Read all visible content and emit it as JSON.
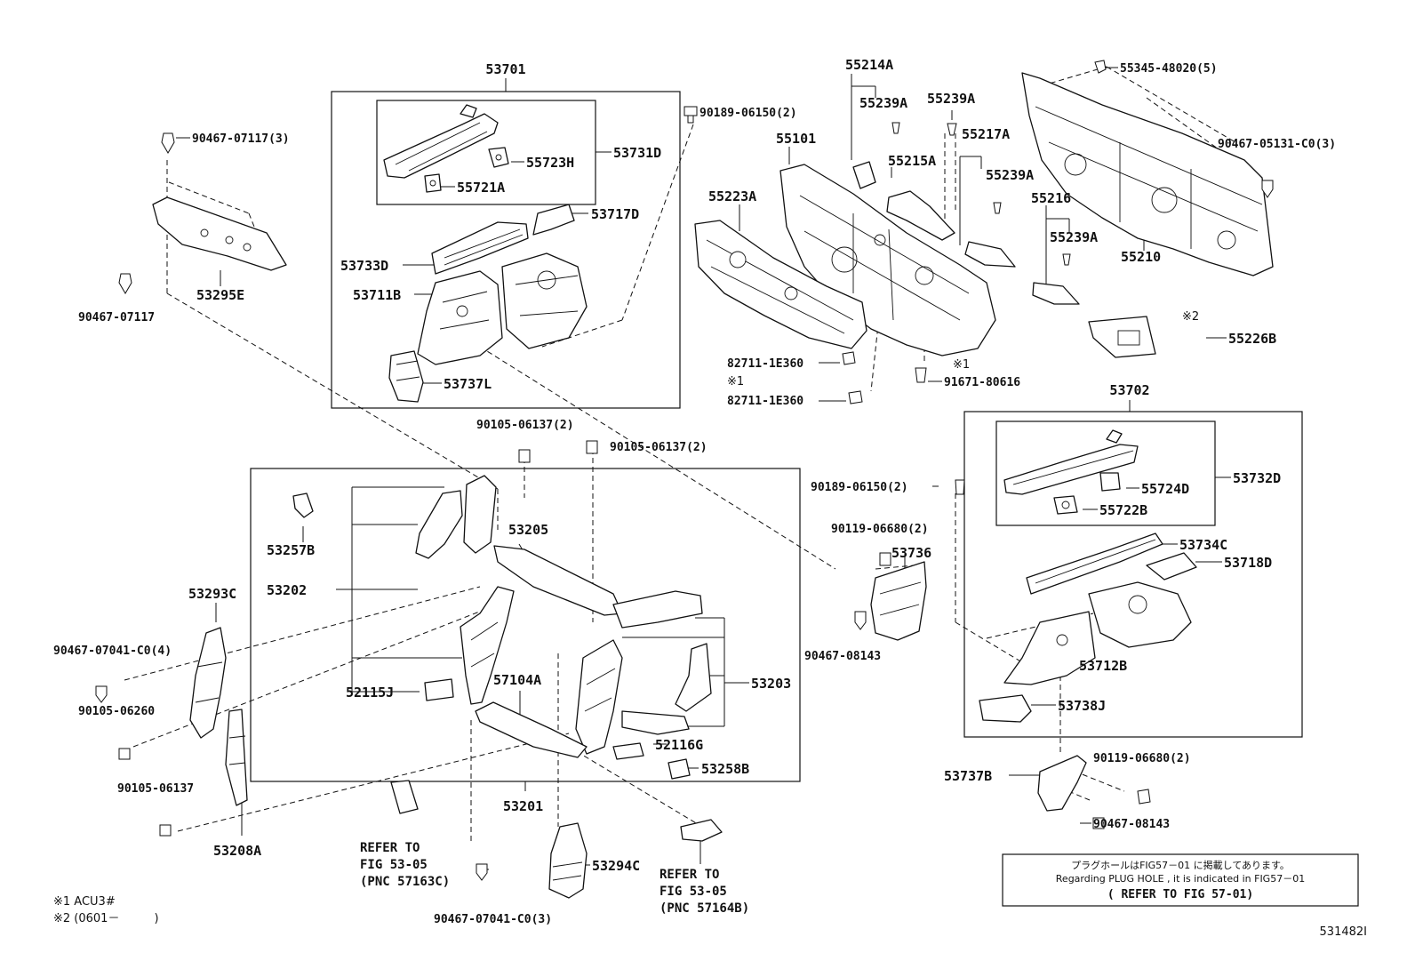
{
  "labels": {
    "p53701": "53701",
    "p53731D": "53731D",
    "p55723H": "55723H",
    "p55721A": "55721A",
    "p53717D": "53717D",
    "p53733D": "53733D",
    "p53711B": "53711B",
    "p53737L": "53737L",
    "p90189_1": "90189-06150(2)",
    "p90467_07117_3": "90467-07117(3)",
    "p53295E": "53295E",
    "p90467_07117": "90467-07117",
    "p55214A": "55214A",
    "p55239A_1": "55239A",
    "p55239A_2": "55239A",
    "p55101": "55101",
    "p55215A": "55215A",
    "p55217A": "55217A",
    "p55239A_3": "55239A",
    "p55223A": "55223A",
    "p55216": "55216",
    "p55239A_4": "55239A",
    "p55210": "55210",
    "p55345": "55345-48020(5)",
    "p90467_05131": "90467-05131-C0(3)",
    "p55226B": "55226B",
    "p82711_1": "82711-1E360",
    "p82711_2": "82711-1E360",
    "p91671": "91671-80616",
    "p53702": "53702",
    "p53732D": "53732D",
    "p55724D": "55724D",
    "p55722B": "55722B",
    "p53734C": "53734C",
    "p53718D": "53718D",
    "p53712B": "53712B",
    "p53738J": "53738J",
    "p90189_2": "90189-06150(2)",
    "p90119_1": "90119-06680(2)",
    "p53736": "53736",
    "p90467_08143_1": "90467-08143",
    "p90119_2": "90119-06680(2)",
    "p53737B": "53737B",
    "p90467_08143_2": "90467-08143",
    "p90105_06137_2a": "90105-06137(2)",
    "p90105_06137_2b": "90105-06137(2)",
    "p53257B": "53257B",
    "p53205": "53205",
    "p53202": "53202",
    "p53293C": "53293C",
    "p90467_07041_4": "90467-07041-C0(4)",
    "p90105_06260": "90105-06260",
    "p52115J": "52115J",
    "p57104A": "57104A",
    "p53203": "53203",
    "p52116G": "52116G",
    "p53258B": "53258B",
    "p53201": "53201",
    "p90105_06137": "90105-06137",
    "p53208A": "53208A",
    "p53294C": "53294C",
    "p90467_07041_3": "90467-07041-C0(3)"
  },
  "marks": {
    "note1": "※1",
    "note2": "※2",
    "note1_b": "※1"
  },
  "refer_left": [
    "REFER TO",
    "FIG 53-05",
    "(PNC 57163C)"
  ],
  "refer_right": [
    "REFER TO",
    "FIG 53-05",
    "(PNC 57164B)"
  ],
  "notice": {
    "line1": "プラグホールはFIG57－01 に掲載してあります。",
    "line2": "Regarding PLUG HOLE , it is indicated in FIG57－01",
    "line3": "( REFER TO FIG 57-01)"
  },
  "footnotes": {
    "f1": "※1 ACU3#",
    "f2": "※2 (0601－　　　)"
  },
  "figure_id": "531482I"
}
